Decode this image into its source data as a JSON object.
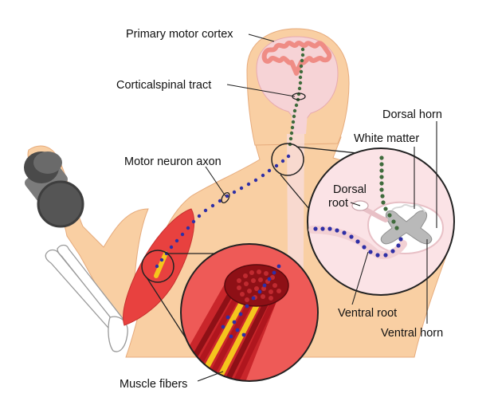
{
  "labels": {
    "primary_motor_cortex": "Primary motor cortex",
    "corticospinal_tract": "Corticalspinal tract",
    "motor_neuron_axon": "Motor neuron axon",
    "dorsal_horn": "Dorsal horn",
    "white_matter": "White matter",
    "dorsal_root_line1": "Dorsal",
    "dorsal_root_line2": "root",
    "ventral_root": "Ventral root",
    "ventral_horn": "Ventral horn",
    "muscle_fibers": "Muscle fibers"
  },
  "colors": {
    "skin": "#f9cfa3",
    "skin_outline": "#e6ab7c",
    "brain": "#f6d3d6",
    "cortex": "#ef8c85",
    "spinal_cord": "#f7dcdd",
    "bone": "#ffffff",
    "dumbbell": "#555555",
    "muscle": "#e8413f",
    "muscle_zoom_bg": "#ee5a57",
    "fiber_dark_red": "#b0161e",
    "fiber_yellow": "#f5c51d",
    "tract_dots": "#3f6b3c",
    "axon_dots": "#2f2fa6",
    "grey_matter": "#b9b9b9",
    "leader_line": "#222222"
  }
}
